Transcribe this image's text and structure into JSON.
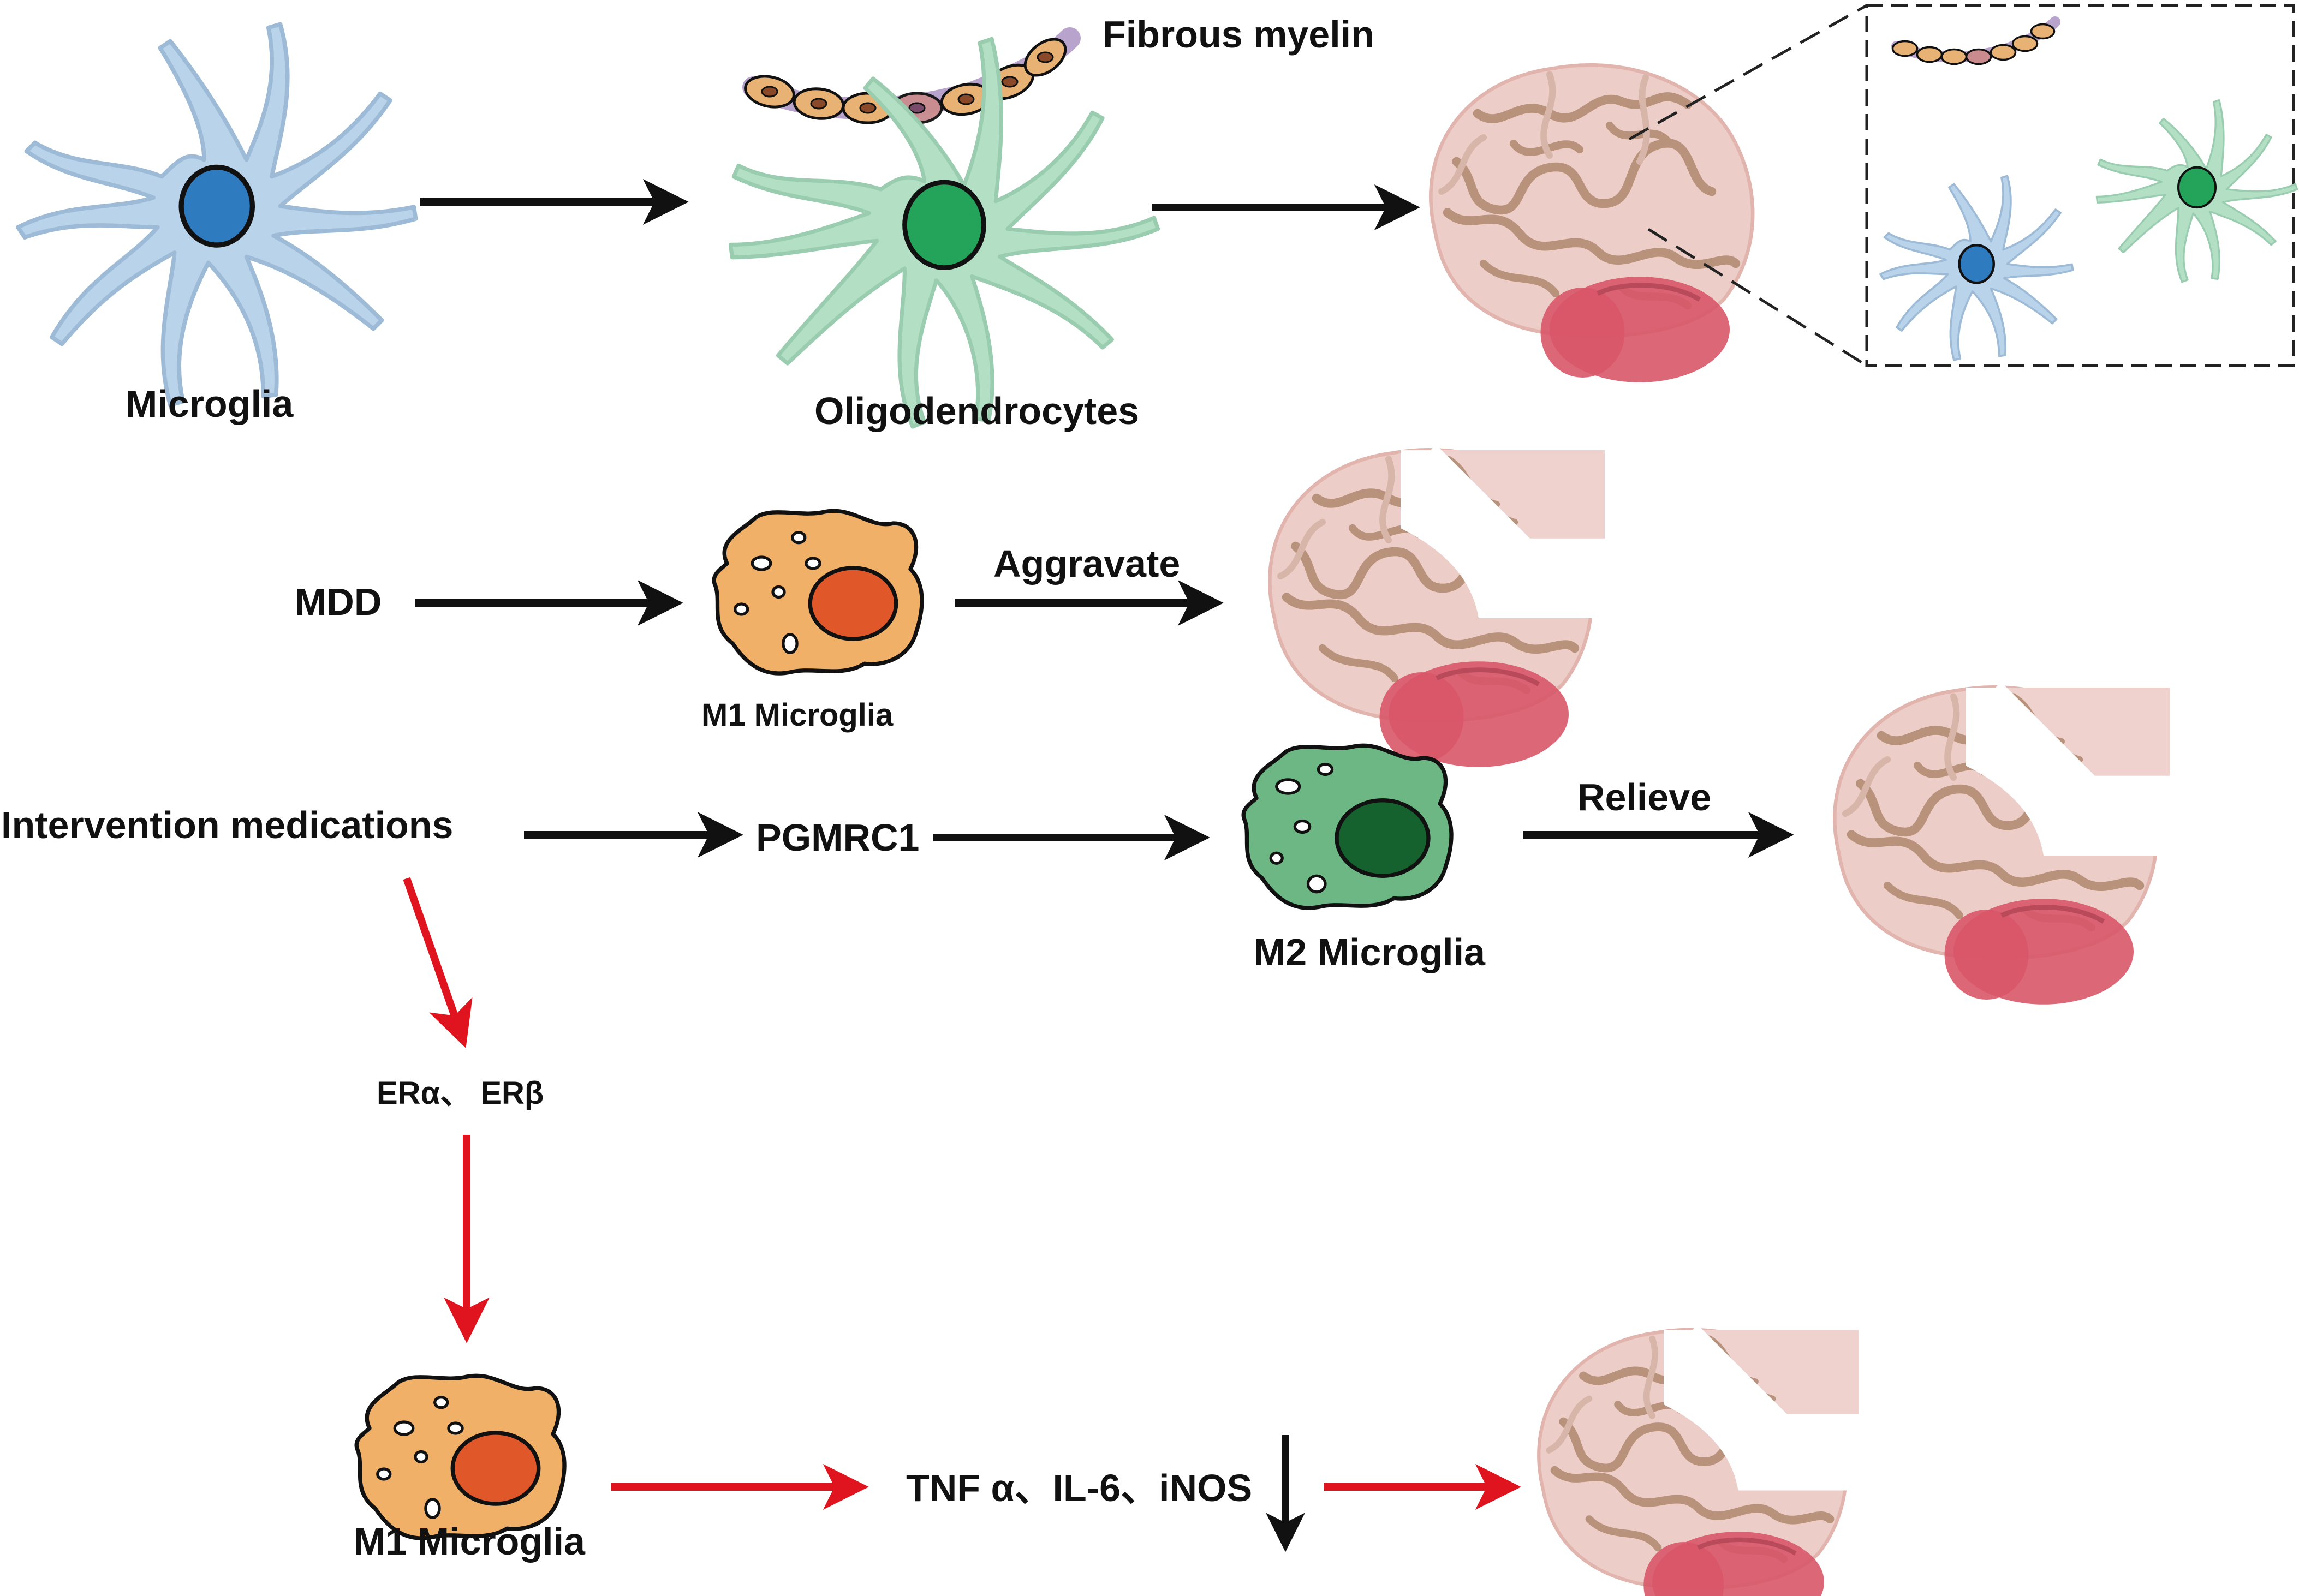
{
  "colors": {
    "microglia_body": "#b9d3ea",
    "microglia_nucleus": "#2f7bbf",
    "oligo_body": "#b3e0c4",
    "oligo_nucleus": "#24a35a",
    "m1_body": "#f0b068",
    "m1_nucleus": "#e0582a",
    "m2_body": "#6cb784",
    "m2_nucleus": "#15622e",
    "myelin_segment": "#e8b274",
    "myelin_axon": "#b8a3cc",
    "brain_tissue": "#ecc9c4",
    "brain_gyri": "#b8927a",
    "brain_cerebellum": "#d85668",
    "arrow_black": "#111111",
    "arrow_red": "#e0141e"
  },
  "labels": {
    "microglia": "Microglia",
    "oligodendrocytes": "Oligodendrocytes",
    "fibrous_myelin": "Fibrous myelin",
    "mdd": "MDD",
    "m1_microglia_top": "M1 Microglia",
    "aggravate": "Aggravate",
    "intervention": "Intervention medications",
    "pgmrc1": "PGMRC1",
    "m2_microglia": "M2 Microglia",
    "relieve": "Relieve",
    "er": "ERα、 ERβ",
    "m1_microglia_bottom": "M1 Microglia",
    "cytokines": "TNF α、IL-6、iNOS"
  }
}
